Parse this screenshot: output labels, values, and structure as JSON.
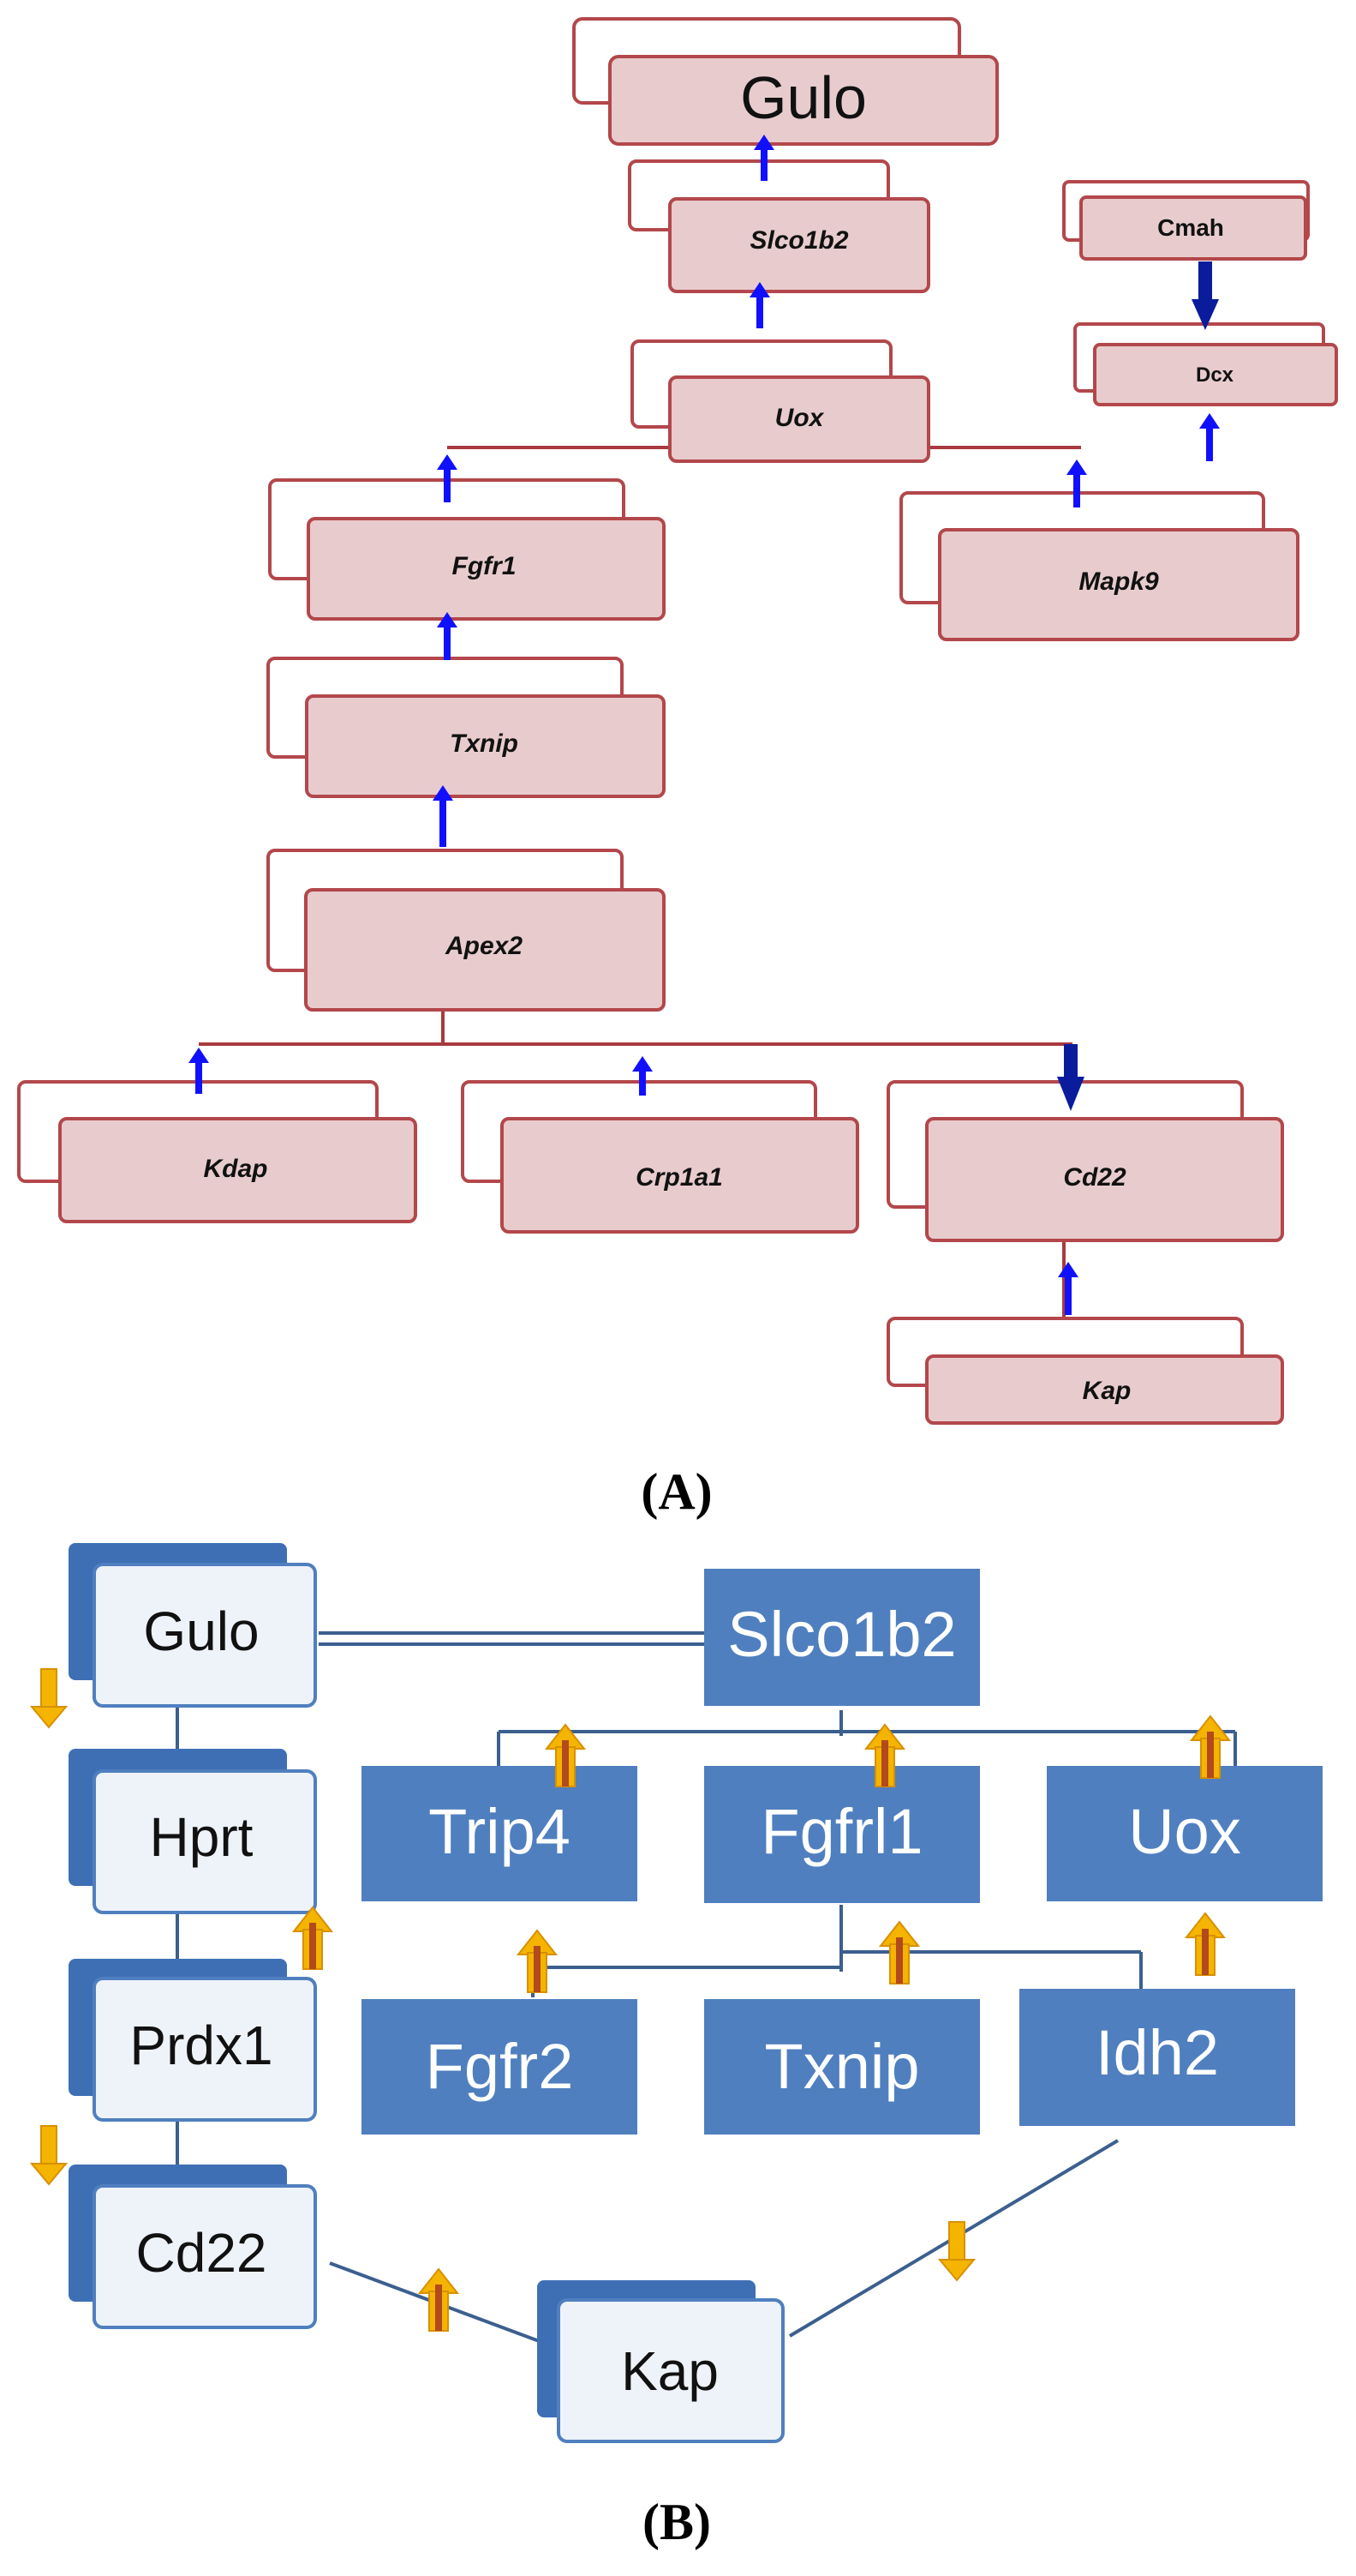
{
  "colors": {
    "pink_fill": "#e8cccd",
    "pink_border": "#b3474b",
    "blue_arrow": "#1010ff",
    "dark_blue_arrow": "#0a1c9c",
    "blue_box": "#4f7fbf",
    "blue_box_text": "#ffffff",
    "light_box_fill": "#eef3fa",
    "light_box_border": "#4f7fbf",
    "light_box_shadow": "#3e6fb5",
    "connector_a": "#a93a3f",
    "connector_b": "#3b5f8f",
    "orange_arrow": "#f4b400",
    "orange_arrow_inner": "#b24a1d"
  },
  "panel_a": {
    "label": "(A)",
    "nodes": {
      "gulo": "Gulo",
      "slco1b2": "Slco1b2",
      "uox": "Uox",
      "fgfr1": "Fgfr1",
      "txnip": "Txnip",
      "apex2": "Apex2",
      "kdap": "Kdap",
      "crp1a1": "Crp1a1",
      "cd22": "Cd22",
      "kap": "Kap",
      "mapk9": "Mapk9",
      "cmah": "Cmah",
      "dcx": "Dcx"
    }
  },
  "panel_b": {
    "label": "(B)",
    "nodes": {
      "gulo": "Gulo",
      "hprt": "Hprt",
      "prdx1": "Prdx1",
      "cd22": "Cd22",
      "kap": "Kap",
      "slco1b2": "Slco1b2",
      "trip4": "Trip4",
      "fgfrl1": "Fgfrl1",
      "uox": "Uox",
      "fgfr2": "Fgfr2",
      "txnip": "Txnip",
      "idh2": "Idh2"
    }
  }
}
